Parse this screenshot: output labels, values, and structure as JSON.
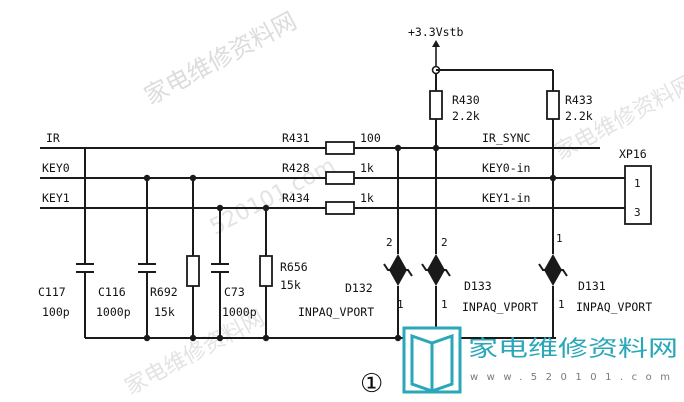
{
  "supply": {
    "label": "+3.3Vstb"
  },
  "nets": {
    "ir": "IR",
    "key0": "KEY0",
    "key1": "KEY1",
    "ir_sync": "IR_SYNC",
    "key0_in": "KEY0-in",
    "key1_in": "KEY1-in"
  },
  "resistors": {
    "r431": {
      "ref": "R431",
      "value": "100"
    },
    "r428": {
      "ref": "R428",
      "value": "1k"
    },
    "r434": {
      "ref": "R434",
      "value": "1k"
    },
    "r430": {
      "ref": "R430",
      "value": "2.2k"
    },
    "r433": {
      "ref": "R433",
      "value": "2.2k"
    },
    "r692": {
      "ref": "R692",
      "value": "15k"
    },
    "r656": {
      "ref": "R656",
      "value": "15k"
    }
  },
  "capacitors": {
    "c117": {
      "ref": "C117",
      "value": "100p"
    },
    "c116": {
      "ref": "C116",
      "value": "1000p"
    },
    "c73": {
      "ref": "C73",
      "value": "1000p"
    }
  },
  "diodes": {
    "d132": {
      "ref": "D132",
      "part": "INPAQ_VPORT",
      "pin_top": "2",
      "pin_bottom": "1"
    },
    "d133": {
      "ref": "D133",
      "part": "INPAQ_VPORT",
      "pin_top": "2",
      "pin_bottom": "1"
    },
    "d131": {
      "ref": "D131",
      "part": "INPAQ_VPORT",
      "pin_top": "1",
      "pin_bottom": "1"
    }
  },
  "connector": {
    "ref": "XP16",
    "pins": [
      "1",
      "3"
    ]
  },
  "figure_number": "①",
  "watermark": {
    "text": "家电维修资料网",
    "url": "www.520101.com",
    "ghost_text": "家电维修资料网",
    "ghost_url": "520101.com",
    "color": "#2aa7b8"
  }
}
